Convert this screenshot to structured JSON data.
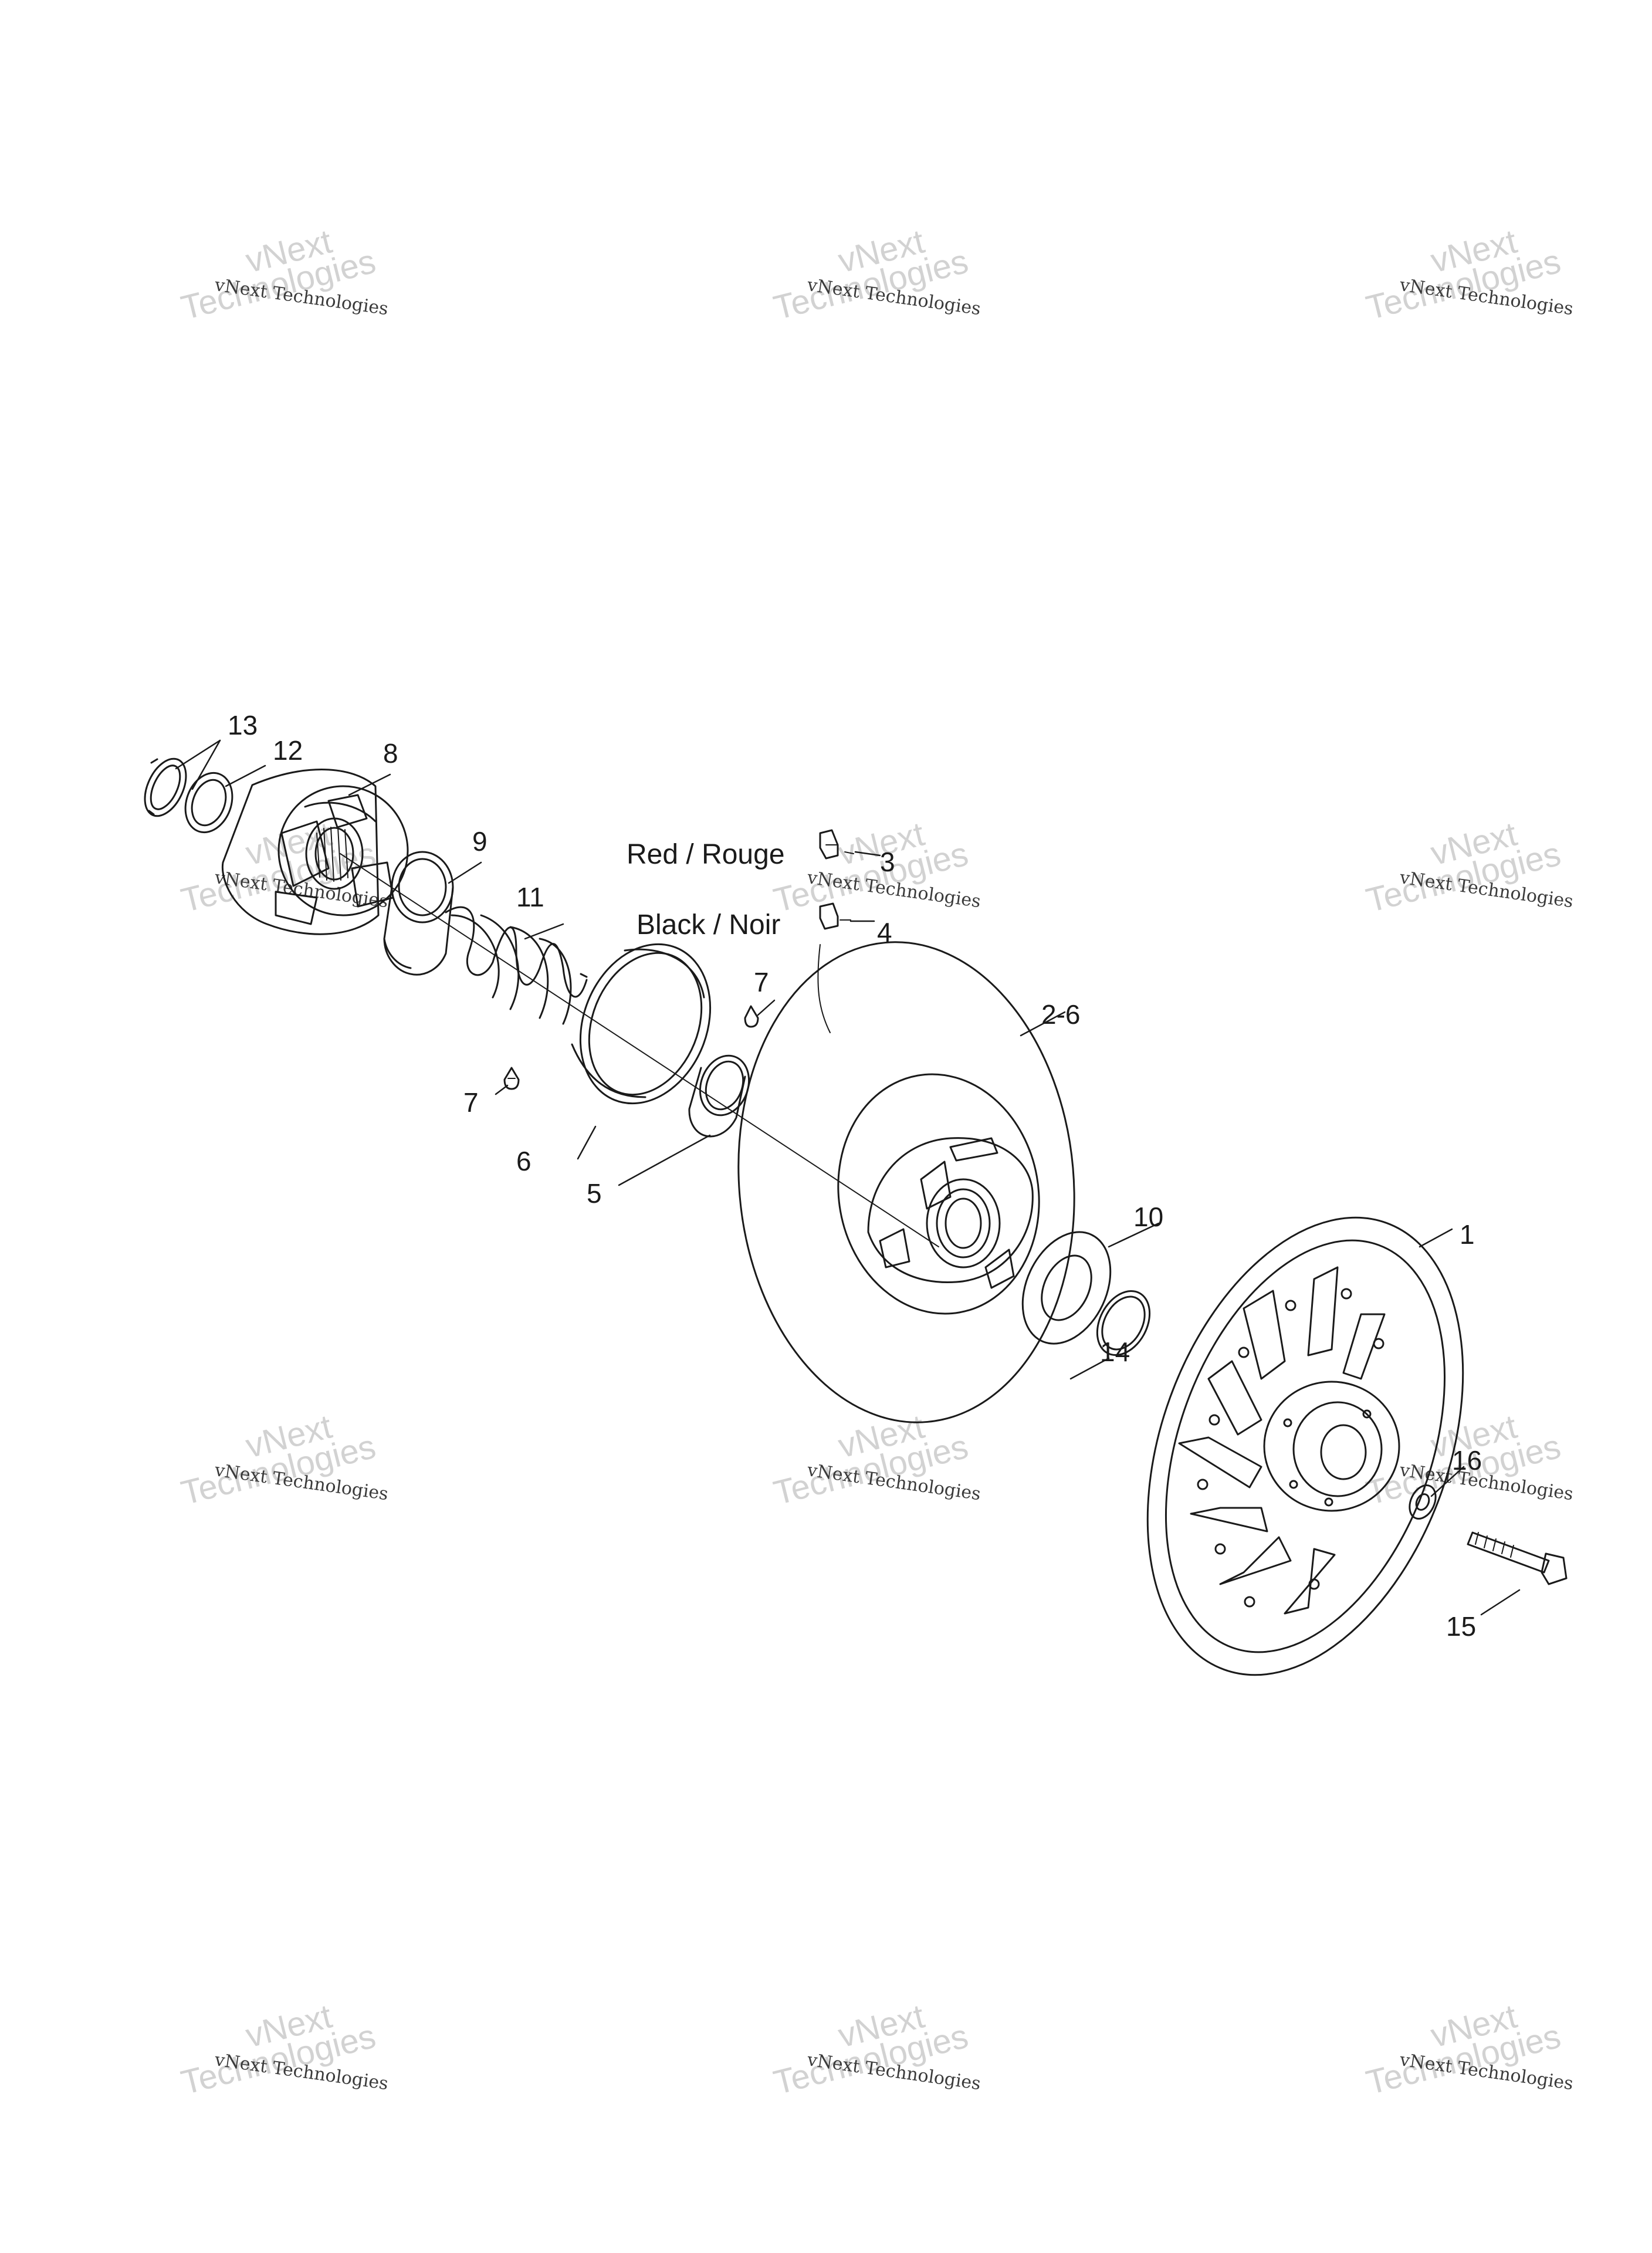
{
  "diagram": {
    "callouts": {
      "c1": "1",
      "c2_6": "2-6",
      "c3": "3",
      "c4": "4",
      "c5": "5",
      "c6": "6",
      "c7a": "7",
      "c7b": "7",
      "c8": "8",
      "c9": "9",
      "c10": "10",
      "c11": "11",
      "c12": "12",
      "c13": "13",
      "c14": "14",
      "c15": "15",
      "c16": "16"
    },
    "color_labels": {
      "red": "Red / Rouge",
      "black": "Black / Noir"
    },
    "watermark": {
      "line_small": "vNext Technologies",
      "line_big_1": "vNext",
      "line_big_2": "Technologies"
    }
  },
  "colors": {
    "line": "#1a1a1a",
    "watermark": "#d2d2d2",
    "background": "#ffffff"
  }
}
